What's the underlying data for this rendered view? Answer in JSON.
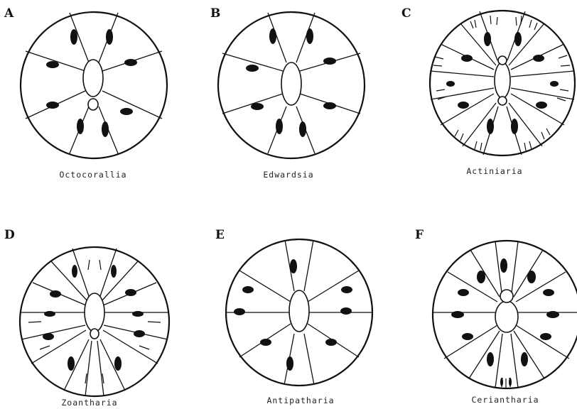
{
  "panels": [
    {
      "letter": "A",
      "caption": "Octocorallia"
    },
    {
      "letter": "B",
      "caption": "Edwardsia"
    },
    {
      "letter": "C",
      "caption": "Actiniaria"
    },
    {
      "letter": "D",
      "caption": "Zoantharia"
    },
    {
      "letter": "E",
      "caption": "Antipatharia"
    },
    {
      "letter": "F",
      "caption": "Ceriantharia"
    }
  ]
}
